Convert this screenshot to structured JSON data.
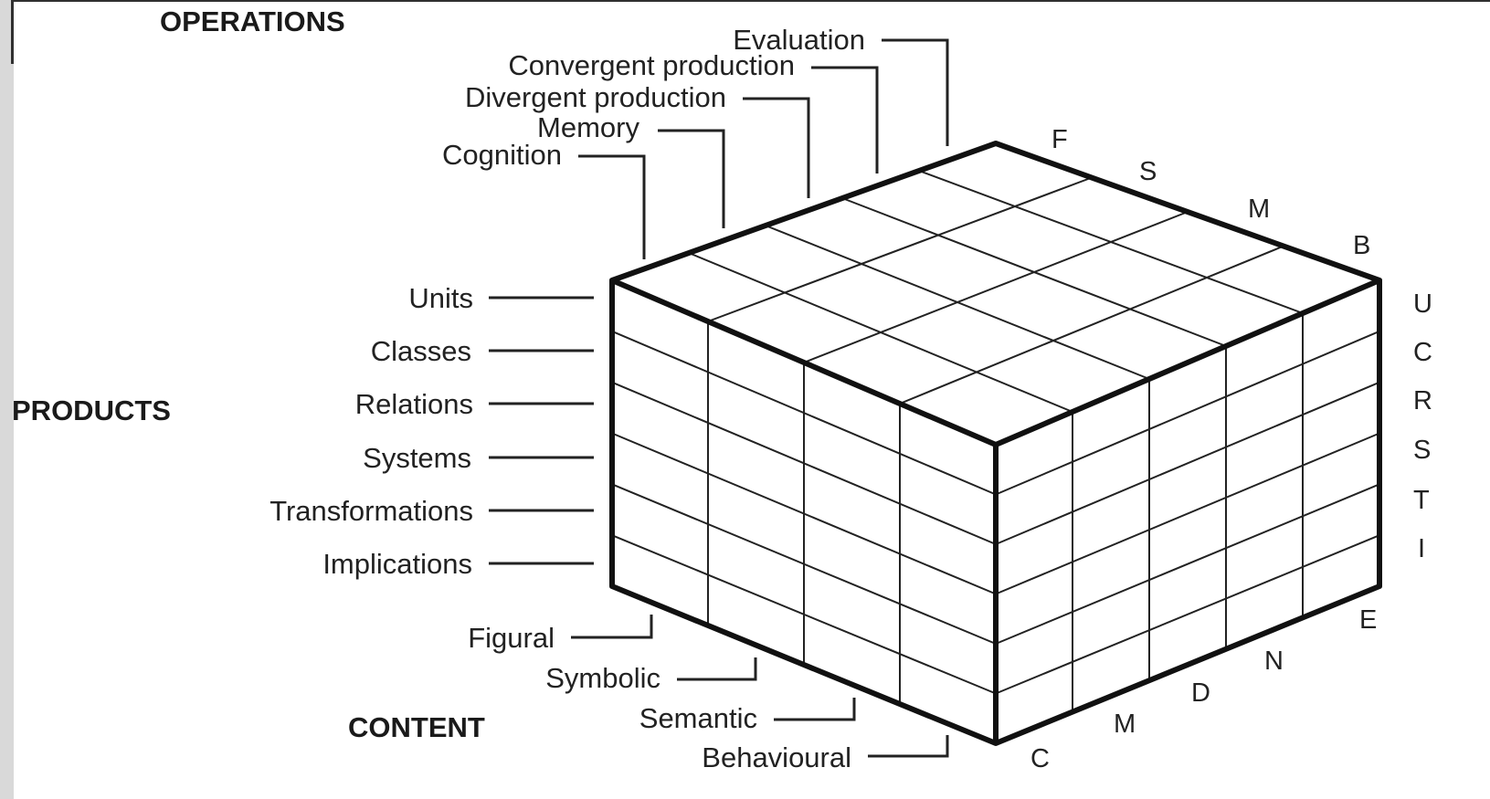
{
  "headings": {
    "operations": "OPERATIONS",
    "products": "PRODUCTS",
    "content": "CONTENT"
  },
  "operations": [
    "Evaluation",
    "Convergent production",
    "Divergent production",
    "Memory",
    "Cognition"
  ],
  "products": [
    "Units",
    "Classes",
    "Relations",
    "Systems",
    "Transformations",
    "Implications"
  ],
  "content": [
    "Figural",
    "Symbolic",
    "Semantic",
    "Behavioural"
  ],
  "top_edge_letters": [
    "F",
    "S",
    "M",
    "B"
  ],
  "right_edge_letters": [
    "U",
    "C",
    "R",
    "S",
    "T",
    "I"
  ],
  "bottom_edge_letters": [
    "C",
    "M",
    "D",
    "N",
    "E"
  ]
}
